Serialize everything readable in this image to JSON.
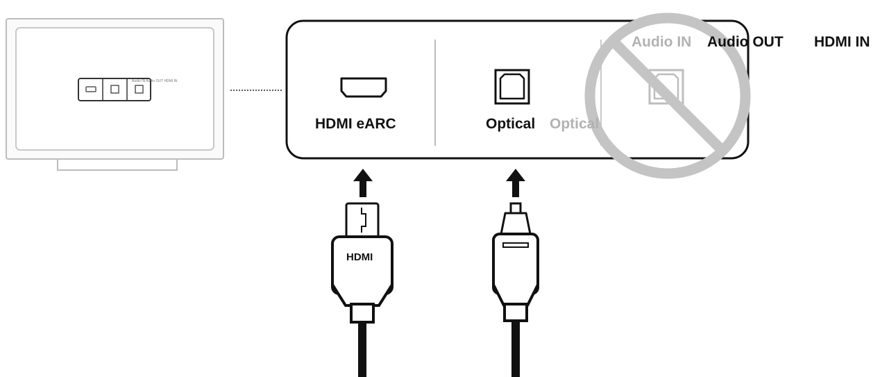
{
  "tv": {
    "mini_labels": "Audio IN Audio OUT HDMI IN"
  },
  "soundbar_ports": {
    "hdmi_earc_label": "HDMI eARC",
    "optical_label": "Optical",
    "optical_disabled_label": "Optical"
  },
  "header_labels": {
    "audio_in": "Audio IN",
    "audio_out": "Audio OUT",
    "hdmi_in": "HDMI IN"
  },
  "cables": {
    "hdmi_plug_label": "HDMI"
  },
  "colors": {
    "line": "#111111",
    "disabled": "#bdbdbd",
    "prohibition": "#c4c4c4"
  }
}
